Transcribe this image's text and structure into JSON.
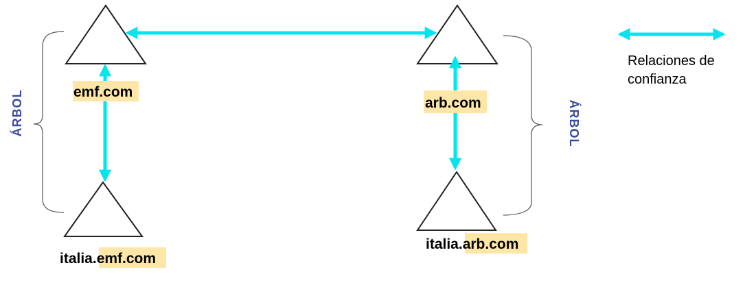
{
  "colors": {
    "arrow": "#00e5ee",
    "highlight": "#fde6a8",
    "brace": "#555555",
    "side_label": "#3b4a9c",
    "triangle_stroke": "#222222"
  },
  "nodes": {
    "emf_root": {
      "plain": "",
      "highlight": "emf.com"
    },
    "emf_child": {
      "plain": "italia.",
      "highlight": "emf.com"
    },
    "arb_root": {
      "plain": "",
      "highlight": "arb.com"
    },
    "arb_child": {
      "plain": "italia.",
      "highlight": "arb.com"
    }
  },
  "side_labels": {
    "left": "ÁRBOL",
    "right": "ÁRBOL"
  },
  "legend": {
    "line1": "Relaciones de",
    "line2": "confianza"
  }
}
